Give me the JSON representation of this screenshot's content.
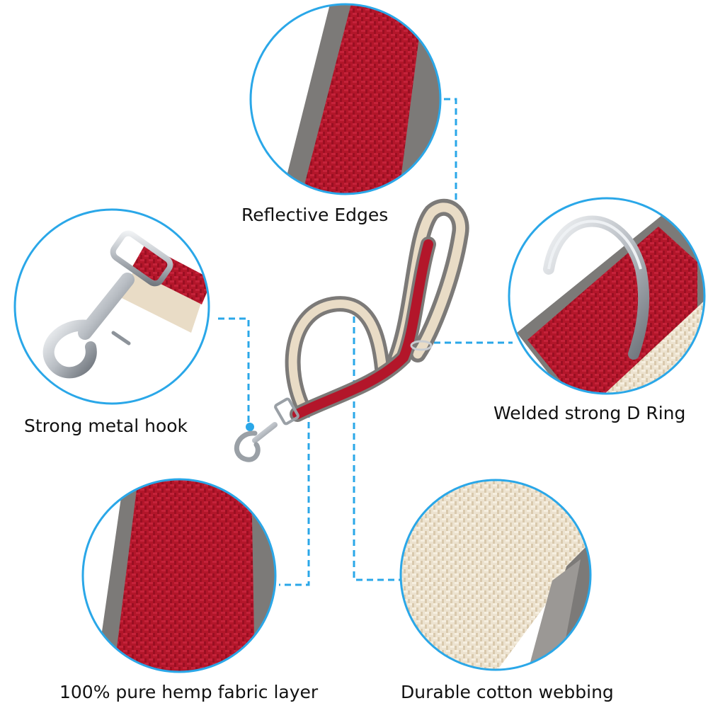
{
  "labels": {
    "reflective_edges": "Reflective Edges",
    "metal_hook": "Strong metal hook",
    "d_ring": "Welded strong D Ring",
    "hemp_layer": "100% pure hemp fabric layer",
    "cotton_webbing": "Durable cotton webbing"
  },
  "colors": {
    "accent_blue": "#2aa7e8",
    "hemp_red": "#b3162a",
    "reflective_gray": "#7c7a78",
    "cotton_cream": "#e9dcc6",
    "metal": "#c9cdd2"
  }
}
